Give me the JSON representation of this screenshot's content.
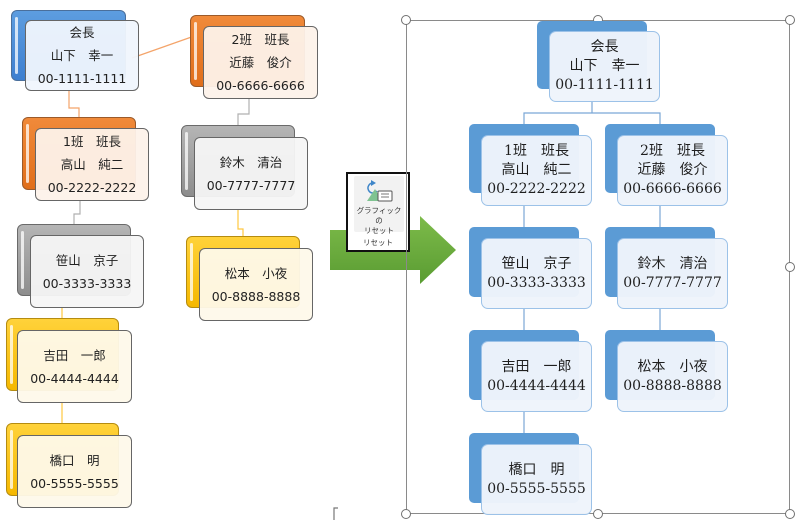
{
  "left_chart": {
    "nodes": [
      {
        "id": "chairman",
        "lines": [
          "会長",
          "山下　幸一",
          "00-1111-1111"
        ],
        "color": "blue"
      },
      {
        "id": "team2-leader",
        "lines": [
          "2班　班長",
          "近藤　俊介",
          "00-6666-6666"
        ],
        "color": "orange"
      },
      {
        "id": "team1-leader",
        "lines": [
          "1班　班長",
          "高山　純二",
          "00-2222-2222"
        ],
        "color": "orange"
      },
      {
        "id": "suzuki",
        "lines": [
          "鈴木　清治",
          "00-7777-7777"
        ],
        "color": "gray"
      },
      {
        "id": "sasayama",
        "lines": [
          "笹山　京子",
          "00-3333-3333"
        ],
        "color": "gray"
      },
      {
        "id": "matsumoto",
        "lines": [
          "松本　小夜",
          "00-8888-8888"
        ],
        "color": "yellow"
      },
      {
        "id": "yoshida",
        "lines": [
          "吉田　一郎",
          "00-4444-4444"
        ],
        "color": "yellow"
      },
      {
        "id": "hashiguchi",
        "lines": [
          "橋口　明",
          "00-5555-5555"
        ],
        "color": "yellow"
      }
    ]
  },
  "ribbon_button": {
    "label_line1": "グラフィックの",
    "label_line2": "リセット",
    "group_label": "リセット",
    "icon": "reset-graphic-icon"
  },
  "arrow": {
    "color": "#6aad3d",
    "icon": "right-arrow-icon"
  },
  "right_chart": {
    "accent_color": "#5b9bd5",
    "nodes": [
      {
        "id": "chairman",
        "lines": [
          "会長",
          "山下　幸一",
          "00-1111-1111"
        ]
      },
      {
        "id": "team1-leader",
        "lines": [
          "1班　班長",
          "高山　純二",
          "00-2222-2222"
        ]
      },
      {
        "id": "team2-leader",
        "lines": [
          "2班　班長",
          "近藤　俊介",
          "00-6666-6666"
        ]
      },
      {
        "id": "sasayama",
        "lines": [
          "笹山　京子",
          "00-3333-3333"
        ]
      },
      {
        "id": "suzuki",
        "lines": [
          "鈴木　清治",
          "00-7777-7777"
        ]
      },
      {
        "id": "yoshida",
        "lines": [
          "吉田　一郎",
          "00-4444-4444"
        ]
      },
      {
        "id": "matsumoto",
        "lines": [
          "松本　小夜",
          "00-8888-8888"
        ]
      },
      {
        "id": "hashiguchi",
        "lines": [
          "橋口　明",
          "00-5555-5555"
        ]
      }
    ]
  }
}
